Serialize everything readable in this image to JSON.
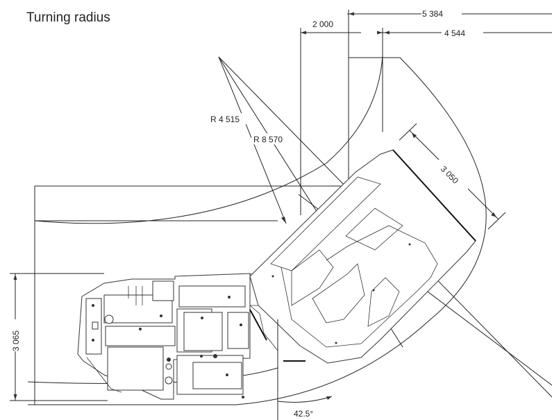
{
  "title": "Turning radius",
  "dimensions": {
    "d5384": "5 384",
    "d4544": "4 544",
    "d2000": "2 000",
    "r4515": "R 4 515",
    "r8570": "R 8 570",
    "d3050": "3 050",
    "d3065": "3 065",
    "angle": "42.5°"
  }
}
